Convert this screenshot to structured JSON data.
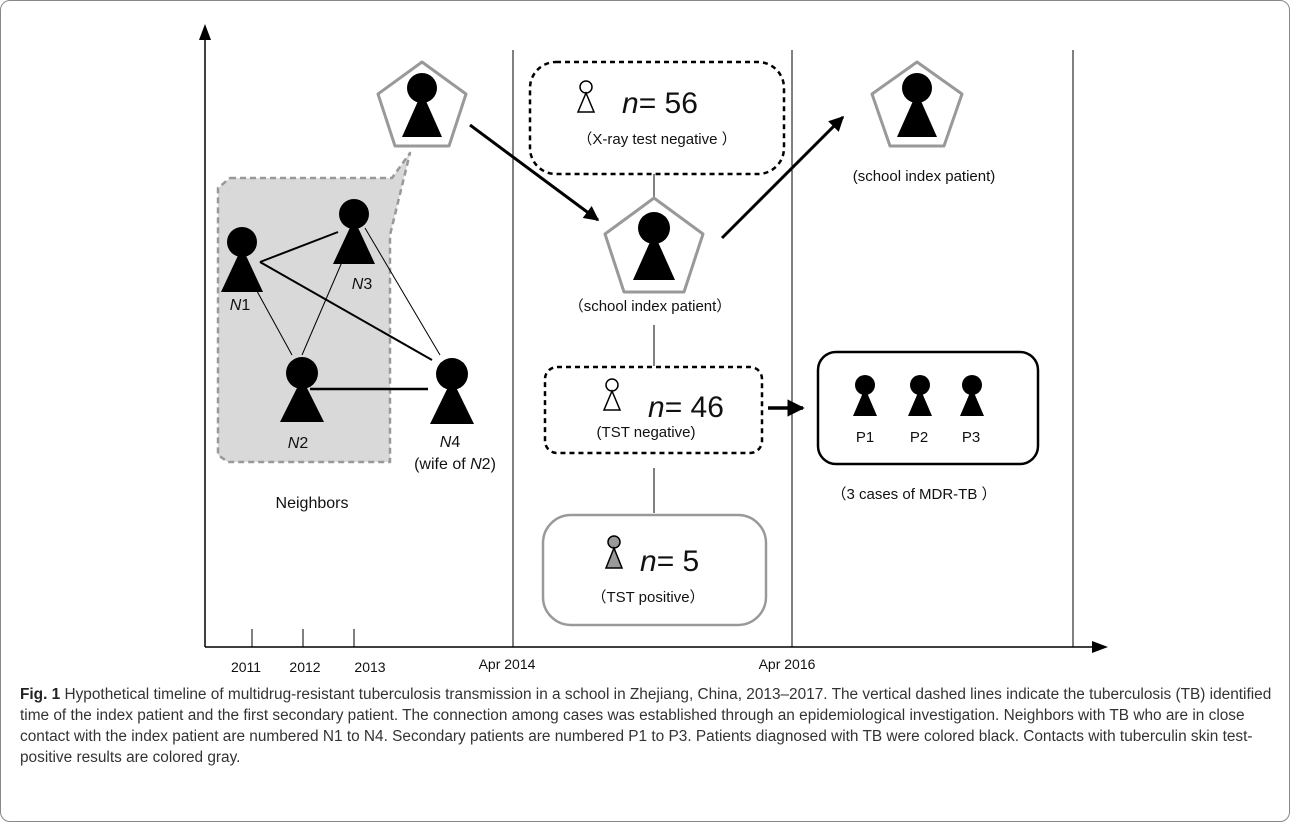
{
  "timeline": {
    "year_ticks": [
      "2011",
      "2012",
      "2013"
    ],
    "milestones": [
      "Apr 2014",
      "Apr 2016"
    ]
  },
  "neighbors": {
    "group_label": "Neighbors",
    "n1": {
      "prefix": "N",
      "number": "1"
    },
    "n2": {
      "prefix": "N",
      "number": "2"
    },
    "n3": {
      "prefix": "N",
      "number": "3"
    },
    "n4": {
      "prefix": "N",
      "number": "4"
    },
    "n4_note": {
      "before": "(wife of ",
      "prefix": "N",
      "number": "2",
      "after": ")"
    }
  },
  "xray_group": {
    "n_prefix": "n",
    "n_value": "= 56",
    "label": "（X-ray test negative ）"
  },
  "school_index_patient": {
    "label": "（school index patient）"
  },
  "school_index_patient_later": {
    "label": "(school index patient)"
  },
  "tst_negative": {
    "n_prefix": "n",
    "n_value": "= 46",
    "label": "(TST   negative)"
  },
  "tst_positive": {
    "n_prefix": "n",
    "n_value": "= 5",
    "label": "（TST   positive）"
  },
  "secondary": {
    "patients": [
      "P1",
      "P2",
      "P3"
    ],
    "label": "（3 cases of MDR-TB  ）"
  },
  "colors": {
    "tb_patient": "#000000",
    "tst_positive": "#9a9a9a",
    "neighbors_area": "#d9d9d9",
    "pentagon": "#999999"
  },
  "caption": {
    "fig_label": "Fig. 1",
    "text": "Hypothetical timeline of multidrug-resistant tuberculosis transmission in a school in Zhejiang, China, 2013–2017. The vertical dashed lines indicate the tuberculosis (TB) identified time of the index patient and the first secondary patient. The connection among cases was established through an epidemiological investigation. Neighbors with TB who are in close contact with the index patient are numbered N1 to N4. Secondary patients are numbered P1 to P3. Patients diagnosed with TB were colored black. Contacts with tuberculin skin test-positive results are colored gray."
  }
}
